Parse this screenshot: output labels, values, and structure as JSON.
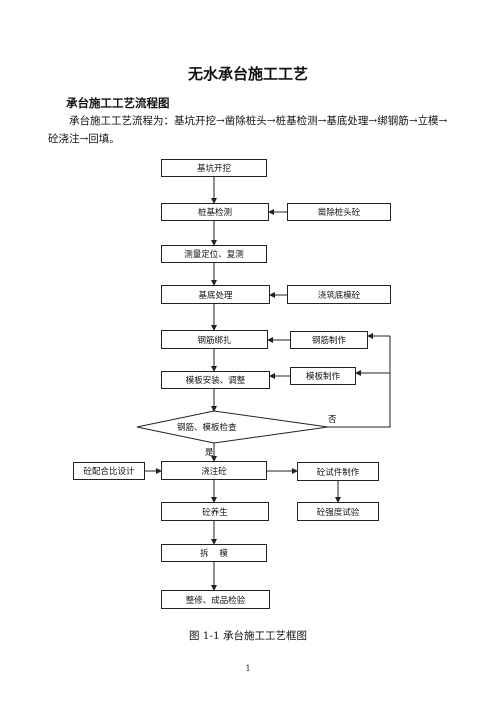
{
  "document": {
    "title": "无水承台施工工艺",
    "section_heading": "承台施工工艺流程图",
    "intro": "承台施工工艺流程为：基坑开挖→凿除桩头→桩基检测→基底处理→绑钢筋→立模→砼浇注→回填。",
    "caption": "图 1-1 承台施工工艺框图",
    "page_number": "1"
  },
  "flowchart": {
    "main_steps": [
      "基坑开挖",
      "桩基检测",
      "测量定位、复测",
      "基底处理",
      "钢筋绑扎",
      "模板安装、调整",
      "浇注砼",
      "砼养生",
      "拆    模",
      "整修、成品检验"
    ],
    "side_steps": {
      "pile_head": "凿除桩头砼",
      "base_concrete": "浇筑底模砼",
      "rebar_make": "钢筋制作",
      "formwork_make": "模板制作",
      "mix_design": "砼配合比设计",
      "test_specimen": "砼试件制作",
      "strength_test": "砼强度试验"
    },
    "decision": {
      "label": "钢筋、模板检查",
      "yes": "是",
      "no": "否"
    }
  }
}
